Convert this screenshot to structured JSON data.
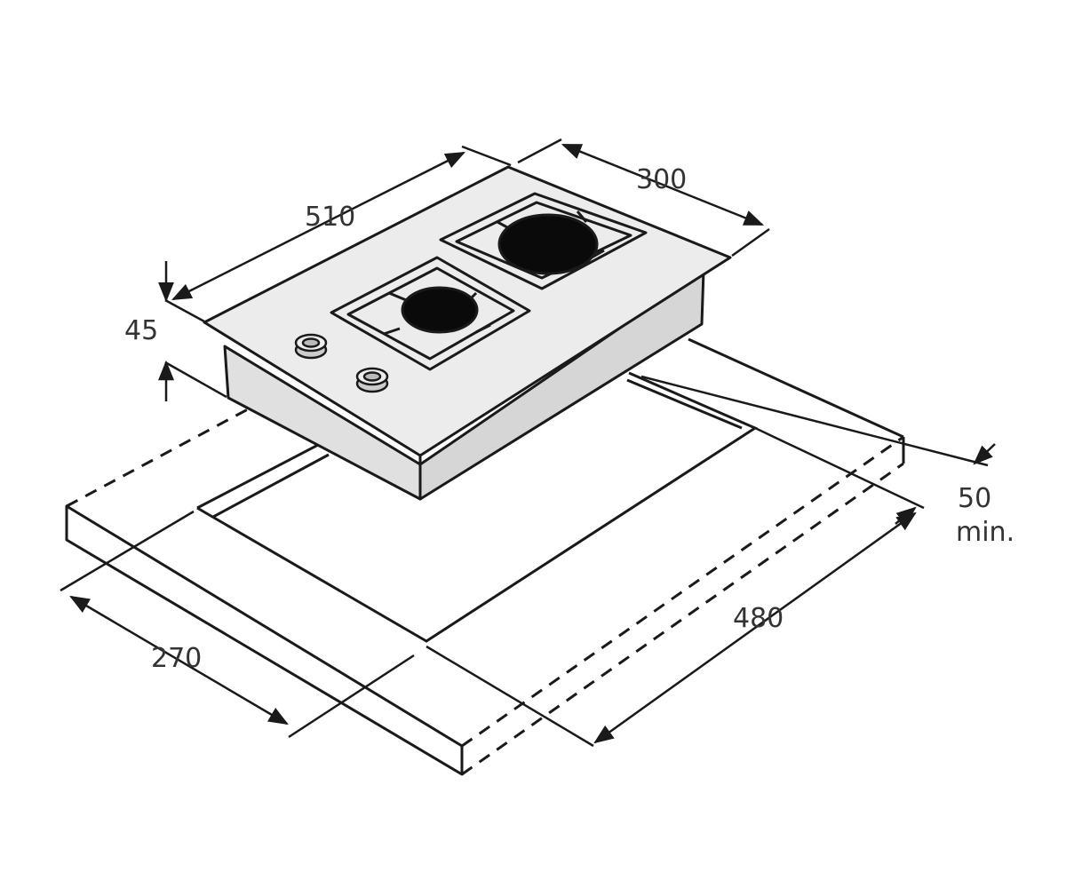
{
  "dimensions": {
    "width": "510",
    "depth": "300",
    "height": "45",
    "clearance_value": "50",
    "clearance_unit": "min.",
    "cutout_width": "480",
    "cutout_depth": "270"
  },
  "colors": {
    "line": "#1a1a1a",
    "top_surface": "#ececec",
    "side_face": "#dedede",
    "burner": "#0a0a0a",
    "text": "#333333"
  }
}
